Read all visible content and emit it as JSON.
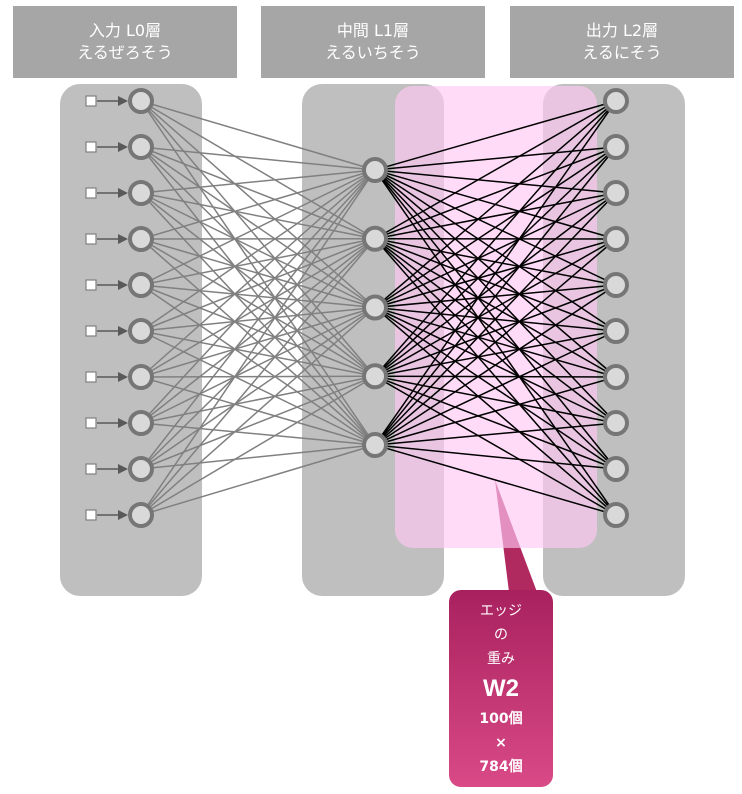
{
  "layers": [
    {
      "title": "入力 L0層",
      "reading": "えるぜろそう",
      "neurons": 10
    },
    {
      "title": "中間 L1層",
      "reading": "えるいちそう",
      "neurons": 5
    },
    {
      "title": "出力 L2層",
      "reading": "えるにそう",
      "neurons": 10
    }
  ],
  "callout": {
    "line1": "エッジ",
    "line2": "の",
    "line3": "重み",
    "weight_name": "W2",
    "size_rows": "100個",
    "times": "×",
    "size_cols": "784個"
  },
  "colors": {
    "header_bg": "#a6a6a6",
    "panel_bg": "#bfbfbf",
    "highlight": "#ffc8f5",
    "callout": "#c23272",
    "l0_l1_edges": "#808080",
    "l1_l2_edges": "#000000"
  }
}
